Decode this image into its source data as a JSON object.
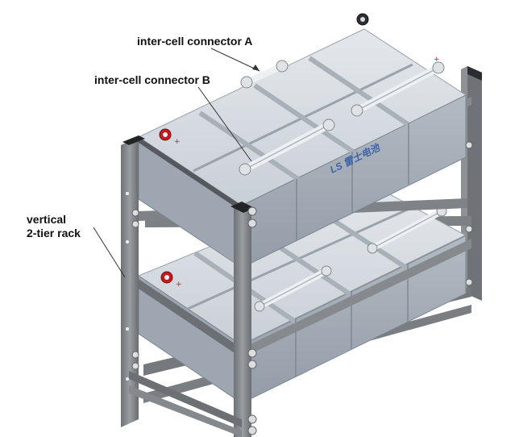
{
  "annotations": {
    "connector_a": "inter-cell connector A",
    "connector_b": "inter-cell connector B",
    "rack_line1": "vertical",
    "rack_line2": "2-tier rack"
  },
  "battery_branding": "LS 雷士电池",
  "colors": {
    "rack_steel": "#8c8f93",
    "rack_steel_dark": "#5f6266",
    "battery_lid": "#d4d9df",
    "battery_body": "#aab2bc",
    "battery_body_dark": "#8c96a2",
    "positive_terminal": "#c8181e",
    "label_text": "#111111",
    "leader_line": "#333333"
  },
  "icons": [
    "positive-terminal-icon",
    "negative-terminal-icon",
    "bolt-icon"
  ]
}
